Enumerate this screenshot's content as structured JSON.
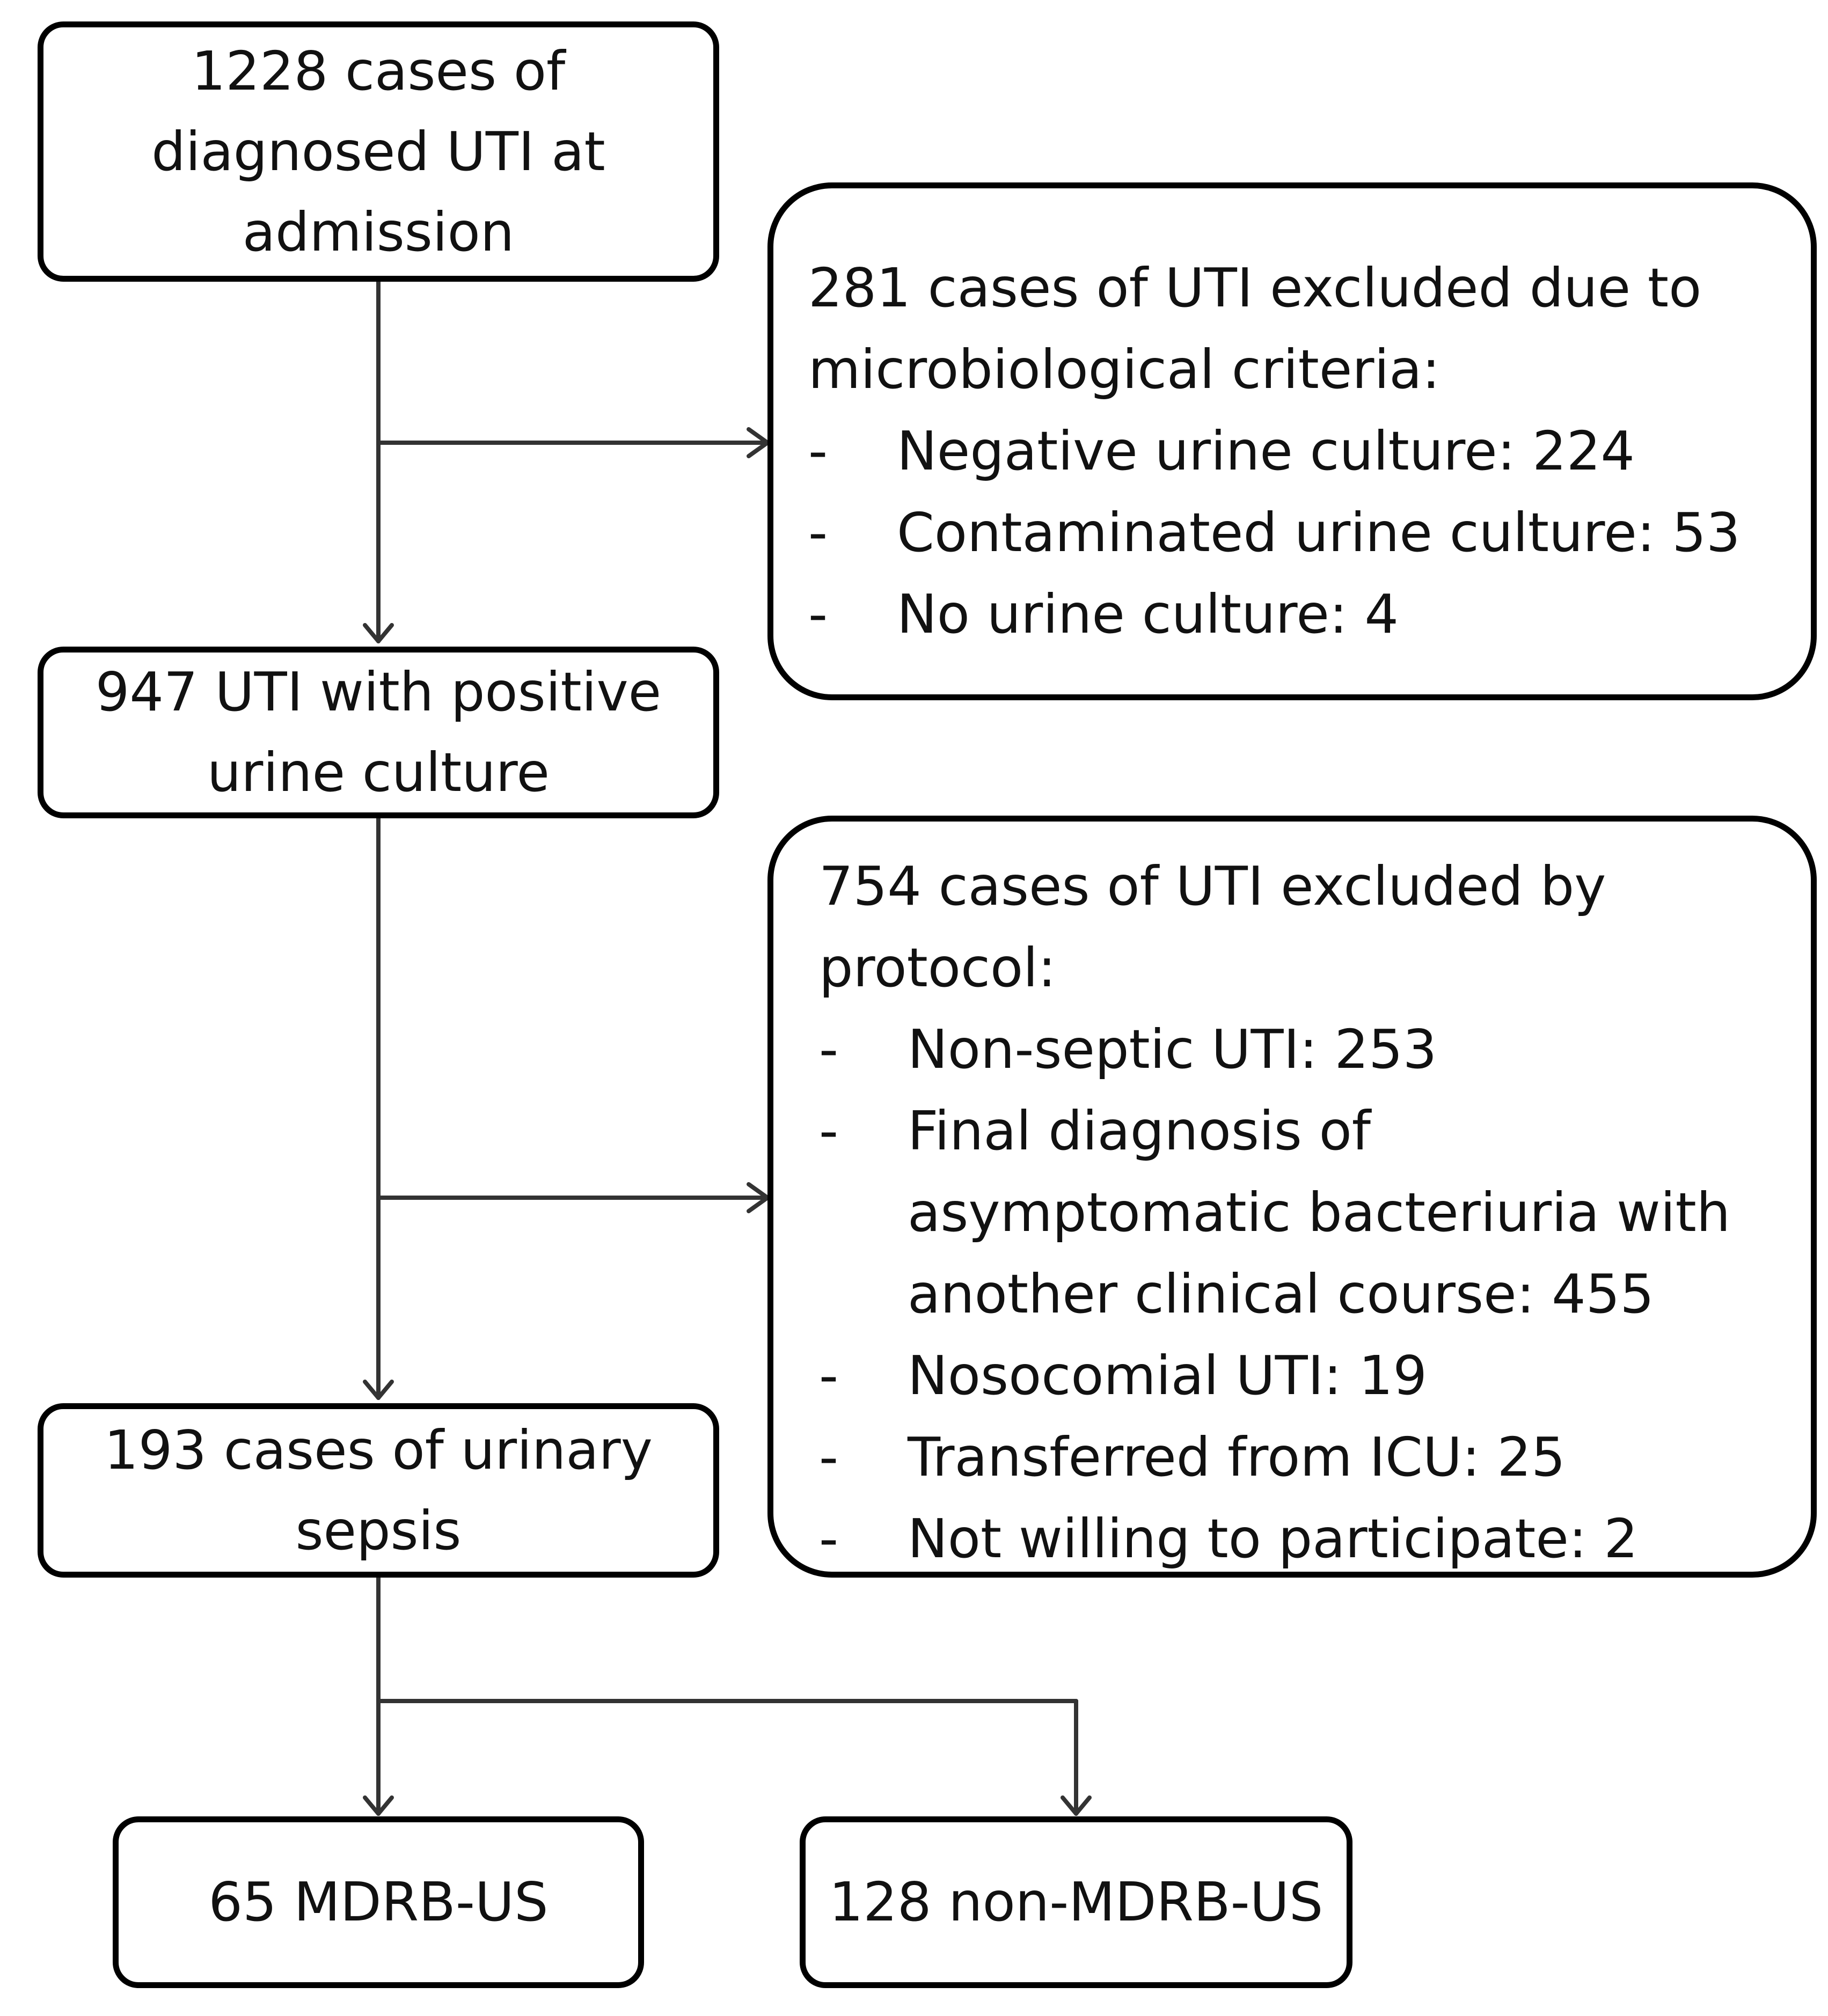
{
  "flowchart": {
    "box_admission": {
      "lines": [
        "1228 cases of",
        "diagnosed UTI at",
        "admission"
      ]
    },
    "box_excluded_micro": {
      "heading_lines": [
        "281 cases of UTI excluded due to",
        "microbiological criteria:"
      ],
      "bullet": "-",
      "items": [
        [
          "Negative urine culture: 224"
        ],
        [
          "Contaminated urine culture: 53"
        ],
        [
          "No urine culture: 4"
        ]
      ]
    },
    "box_positive": {
      "lines": [
        "947 UTI with positive",
        "urine culture"
      ]
    },
    "box_excluded_protocol": {
      "heading_lines": [
        "754 cases of UTI excluded by",
        "protocol:"
      ],
      "bullet": "-",
      "items": [
        [
          "Non-septic UTI: 253"
        ],
        [
          "Final diagnosis of",
          "asymptomatic bacteriuria with",
          "another clinical course: 455"
        ],
        [
          "Nosocomial UTI: 19"
        ],
        [
          "Transferred from ICU: 25"
        ],
        [
          "Not willing to participate: 2"
        ]
      ]
    },
    "box_sepsis": {
      "lines": [
        "193 cases of urinary",
        "sepsis"
      ]
    },
    "box_mdrb": {
      "label": "65 MDRB-US"
    },
    "box_non_mdrb": {
      "label": "128 non-MDRB-US"
    }
  }
}
